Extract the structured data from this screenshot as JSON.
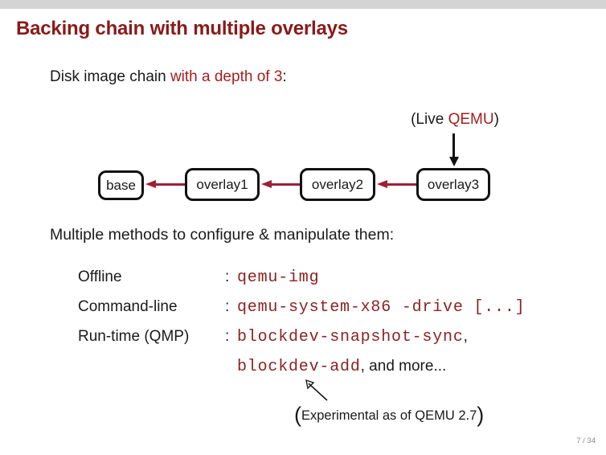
{
  "slide": {
    "title": "Backing chain with multiple overlays",
    "page_number": "7 / 34"
  },
  "intro": {
    "prefix": "Disk image chain ",
    "highlight": "with a depth of 3",
    "suffix": ":"
  },
  "diagram": {
    "live_label": {
      "open": "(Live ",
      "qemu": "QEMU",
      "close": ")"
    },
    "nodes": [
      "base",
      "overlay1",
      "overlay2",
      "overlay3"
    ]
  },
  "methods": {
    "heading": "Multiple methods to configure & manipulate them:",
    "rows": [
      {
        "label": "Offline",
        "sep": ":",
        "code": "qemu-img",
        "suffix": ""
      },
      {
        "label": "Command-line",
        "sep": ":",
        "code": "qemu-system-x86 -drive [...]",
        "suffix": ""
      },
      {
        "label": "Run-time (QMP)",
        "sep": ":",
        "code": "blockdev-snapshot-sync",
        "suffix": ","
      },
      {
        "label": "",
        "sep": "",
        "code": "blockdev-add",
        "suffix": ", and more..."
      }
    ],
    "annotation": {
      "open": "(",
      "text": "Experimental as of QEMU 2.7",
      "close": ")"
    }
  },
  "colors": {
    "title": "#8a1a1a",
    "alert": "#a61e1e",
    "code": "#8b2323",
    "arrow": "#9e2036",
    "topbar": "#d4d4d4",
    "page_number": "#8a8a8a"
  }
}
